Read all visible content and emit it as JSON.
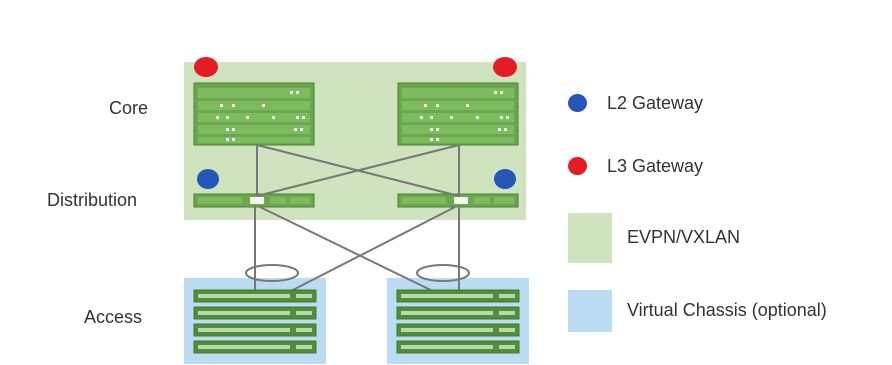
{
  "tiers": {
    "core": "Core",
    "distribution": "Distribution",
    "access": "Access"
  },
  "legend": [
    {
      "label": "L2 Gateway",
      "kind": "dot",
      "color": "#2457b8"
    },
    {
      "label": "L3 Gateway",
      "kind": "dot",
      "color": "#e41c23"
    },
    {
      "label": "EVPN/VXLAN",
      "kind": "swatch",
      "color": "#cfe3bf"
    },
    {
      "label": "Virtual Chassis (optional)",
      "kind": "swatch",
      "color": "#bcdcf4"
    }
  ],
  "colors": {
    "evpn_region": "#cfe3bf",
    "vc_region": "#bcdcf4",
    "switch_green": "#6aa84f",
    "switch_blue": "#4f8f3b",
    "link": "#777777",
    "l2": "#2457b8",
    "l3": "#e41c23"
  }
}
